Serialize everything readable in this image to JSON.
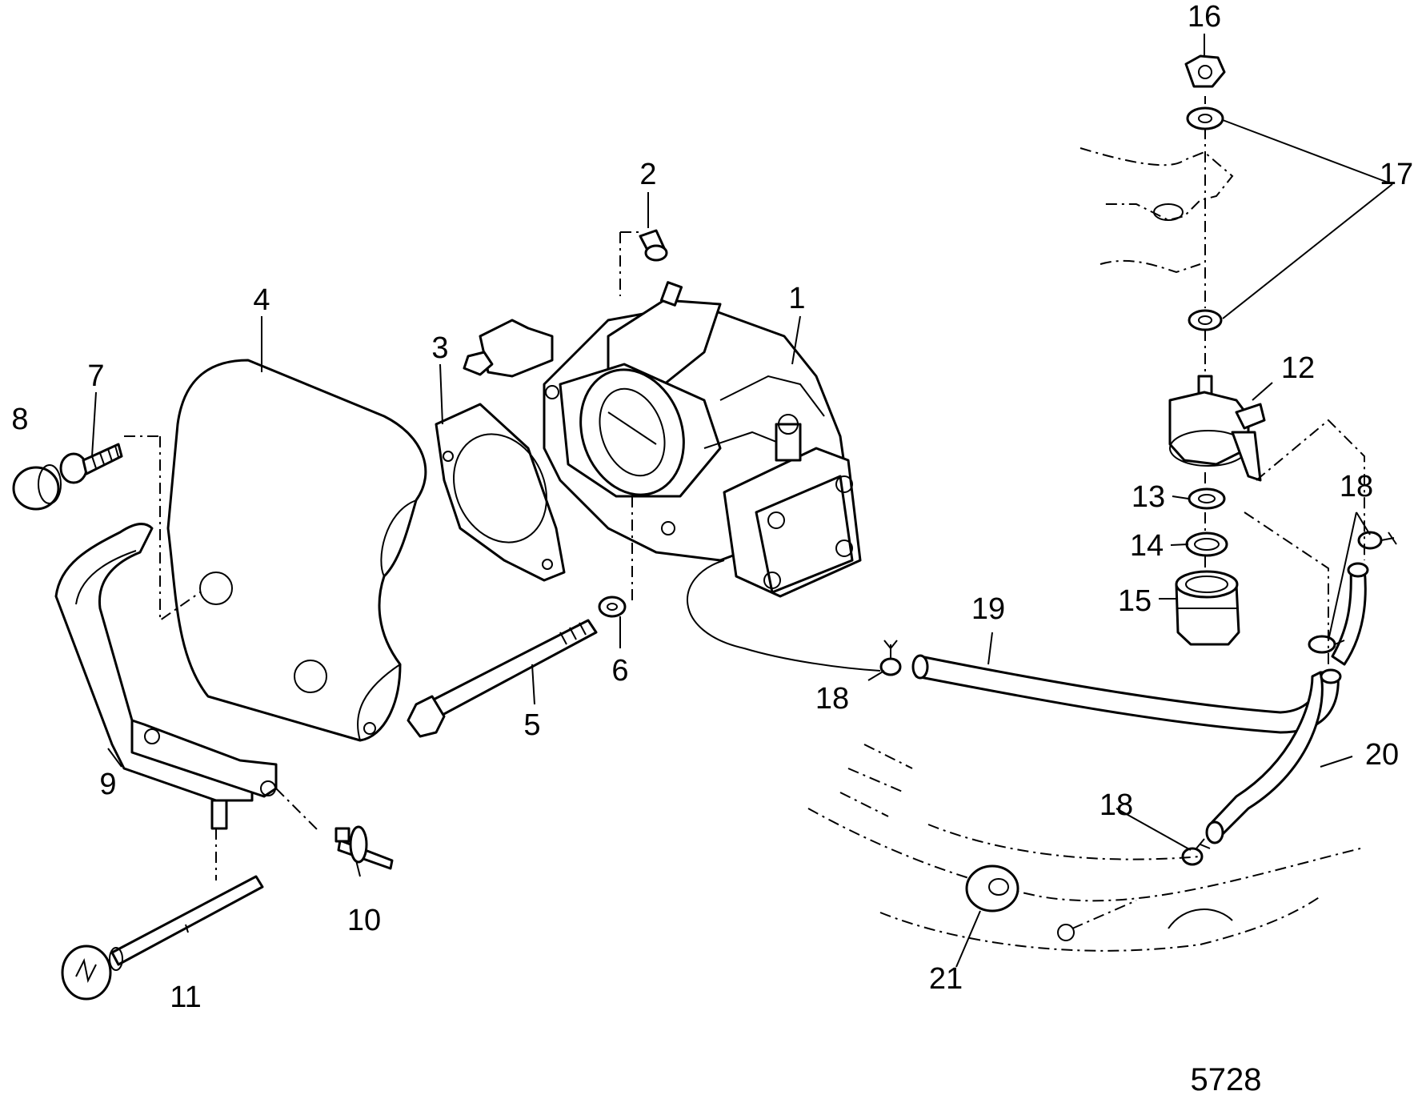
{
  "callouts": [
    {
      "id": "1",
      "text": "1"
    },
    {
      "id": "2",
      "text": "2"
    },
    {
      "id": "3",
      "text": "3"
    },
    {
      "id": "4",
      "text": "4"
    },
    {
      "id": "5",
      "text": "5"
    },
    {
      "id": "6",
      "text": "6"
    },
    {
      "id": "7",
      "text": "7"
    },
    {
      "id": "8",
      "text": "8"
    },
    {
      "id": "9",
      "text": "9"
    },
    {
      "id": "10",
      "text": "10"
    },
    {
      "id": "11",
      "text": "11"
    },
    {
      "id": "12",
      "text": "12"
    },
    {
      "id": "13",
      "text": "13"
    },
    {
      "id": "14",
      "text": "14"
    },
    {
      "id": "15",
      "text": "15"
    },
    {
      "id": "16",
      "text": "16"
    },
    {
      "id": "17",
      "text": "17"
    },
    {
      "id": "18a",
      "text": "18"
    },
    {
      "id": "18b",
      "text": "18"
    },
    {
      "id": "18c",
      "text": "18"
    },
    {
      "id": "19",
      "text": "19"
    },
    {
      "id": "20",
      "text": "20"
    },
    {
      "id": "21",
      "text": "21"
    }
  ],
  "drawing_number": "5728"
}
